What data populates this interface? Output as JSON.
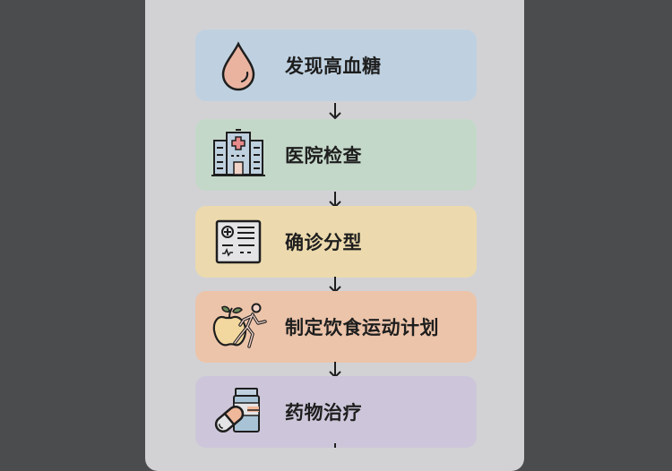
{
  "flowchart": {
    "steps": [
      {
        "label": "发现高血糖",
        "icon": "blood-drop-icon",
        "bg": "#bfd1e0"
      },
      {
        "label": "医院检查",
        "icon": "hospital-icon",
        "bg": "#c4d8c9"
      },
      {
        "label": "确诊分型",
        "icon": "medical-report-icon",
        "bg": "#ecdaae"
      },
      {
        "label": "制定饮食运动计划",
        "icon": "apple-running-icon",
        "bg": "#ecc4aa"
      },
      {
        "label": "药物治疗",
        "icon": "medicine-pills-icon",
        "bg": "#cdc6da"
      }
    ],
    "arrow_glyph": "↓",
    "colors": {
      "background": "#4b4c4e",
      "panel": "#d2d2d5",
      "text": "#1e1e1e"
    }
  }
}
